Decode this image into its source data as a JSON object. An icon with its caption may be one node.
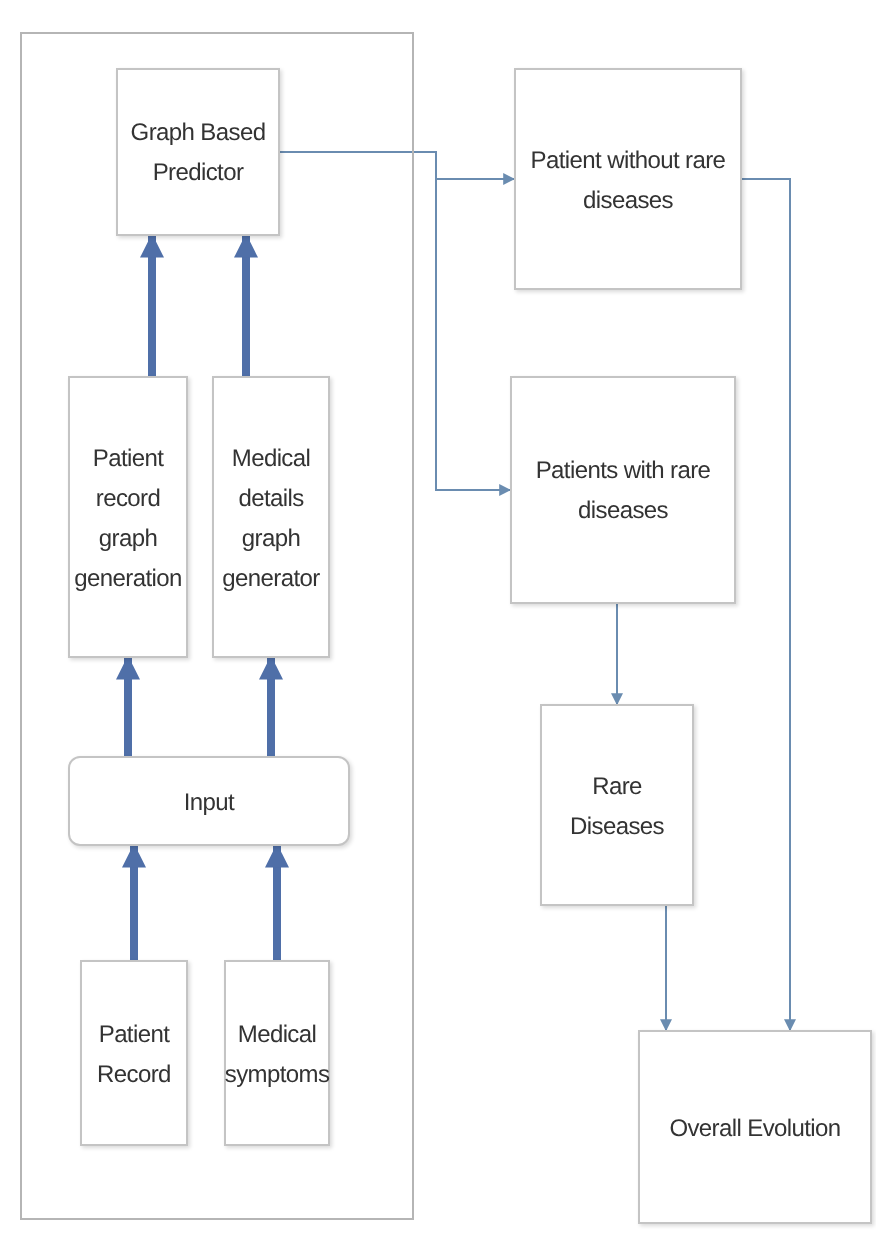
{
  "diagram": {
    "nodes": [
      {
        "text": [],
        "shape": "box"
      },
      {
        "text": [
          "Graph Based Predictor"
        ],
        "in": 0
      },
      {
        "text": [
          "Patient without rare diseases"
        ]
      },
      {
        "text": [
          "Patient record graph generation"
        ],
        "in": 0
      },
      {
        "text": [
          "Medical details graph generator"
        ],
        "in": 0
      },
      {
        "text": [
          "Input"
        ],
        "in": 0
      },
      {
        "text": [
          "Patients with rare diseases"
        ]
      },
      {
        "text": [
          "Patient Record"
        ],
        "in": 0
      },
      {
        "text": [
          "Medical symptoms"
        ],
        "in": 0
      },
      {
        "text": [
          "Rare Diseases"
        ]
      },
      {
        "text": [
          "Overall Evolution"
        ]
      }
    ],
    "edges": [
      {
        "from": 3,
        "to": 1,
        "arrow": "to"
      },
      {
        "from": 4,
        "to": 1,
        "arrow": "to"
      },
      {
        "from": 5,
        "to": 3,
        "arrow": "to"
      },
      {
        "from": 5,
        "to": 4,
        "arrow": "to"
      },
      {
        "from": 7,
        "to": 5,
        "arrow": "to"
      },
      {
        "from": 8,
        "to": 5,
        "arrow": "to"
      },
      {
        "from": 1,
        "to": 2,
        "arrow": "to",
        "color": "#6a8cb0"
      },
      {
        "from": 1,
        "to": 6,
        "arrow": "to",
        "color": "#6a8cb0"
      },
      {
        "from": 6,
        "to": 9,
        "arrow": "to",
        "color": "#6a8cb0"
      },
      {
        "from": 9,
        "to": 10,
        "arrow": "to",
        "color": "#6a8cb0"
      },
      {
        "from": 2,
        "to": 10,
        "arrow": "to",
        "color": "#6a8cb0"
      }
    ]
  }
}
